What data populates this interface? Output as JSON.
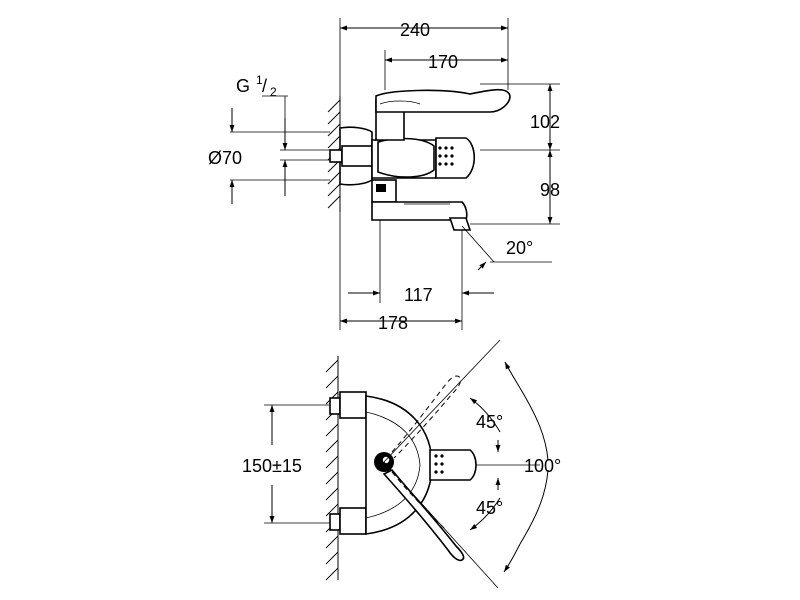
{
  "dimensions": {
    "overall_width": "240",
    "lever_reach": "170",
    "thread_label_main": "G",
    "thread_label_num": "1",
    "thread_label_den": "2",
    "diameter": "Ø70",
    "height_top": "102",
    "height_bottom": "98",
    "spout_angle": "20°",
    "spout_reach": "117",
    "body_depth": "178",
    "centres": "150±15",
    "swing_up": "45°",
    "swing_down": "45°",
    "swing_total": "100°"
  },
  "colors": {
    "line": "#000000",
    "background": "#ffffff"
  }
}
